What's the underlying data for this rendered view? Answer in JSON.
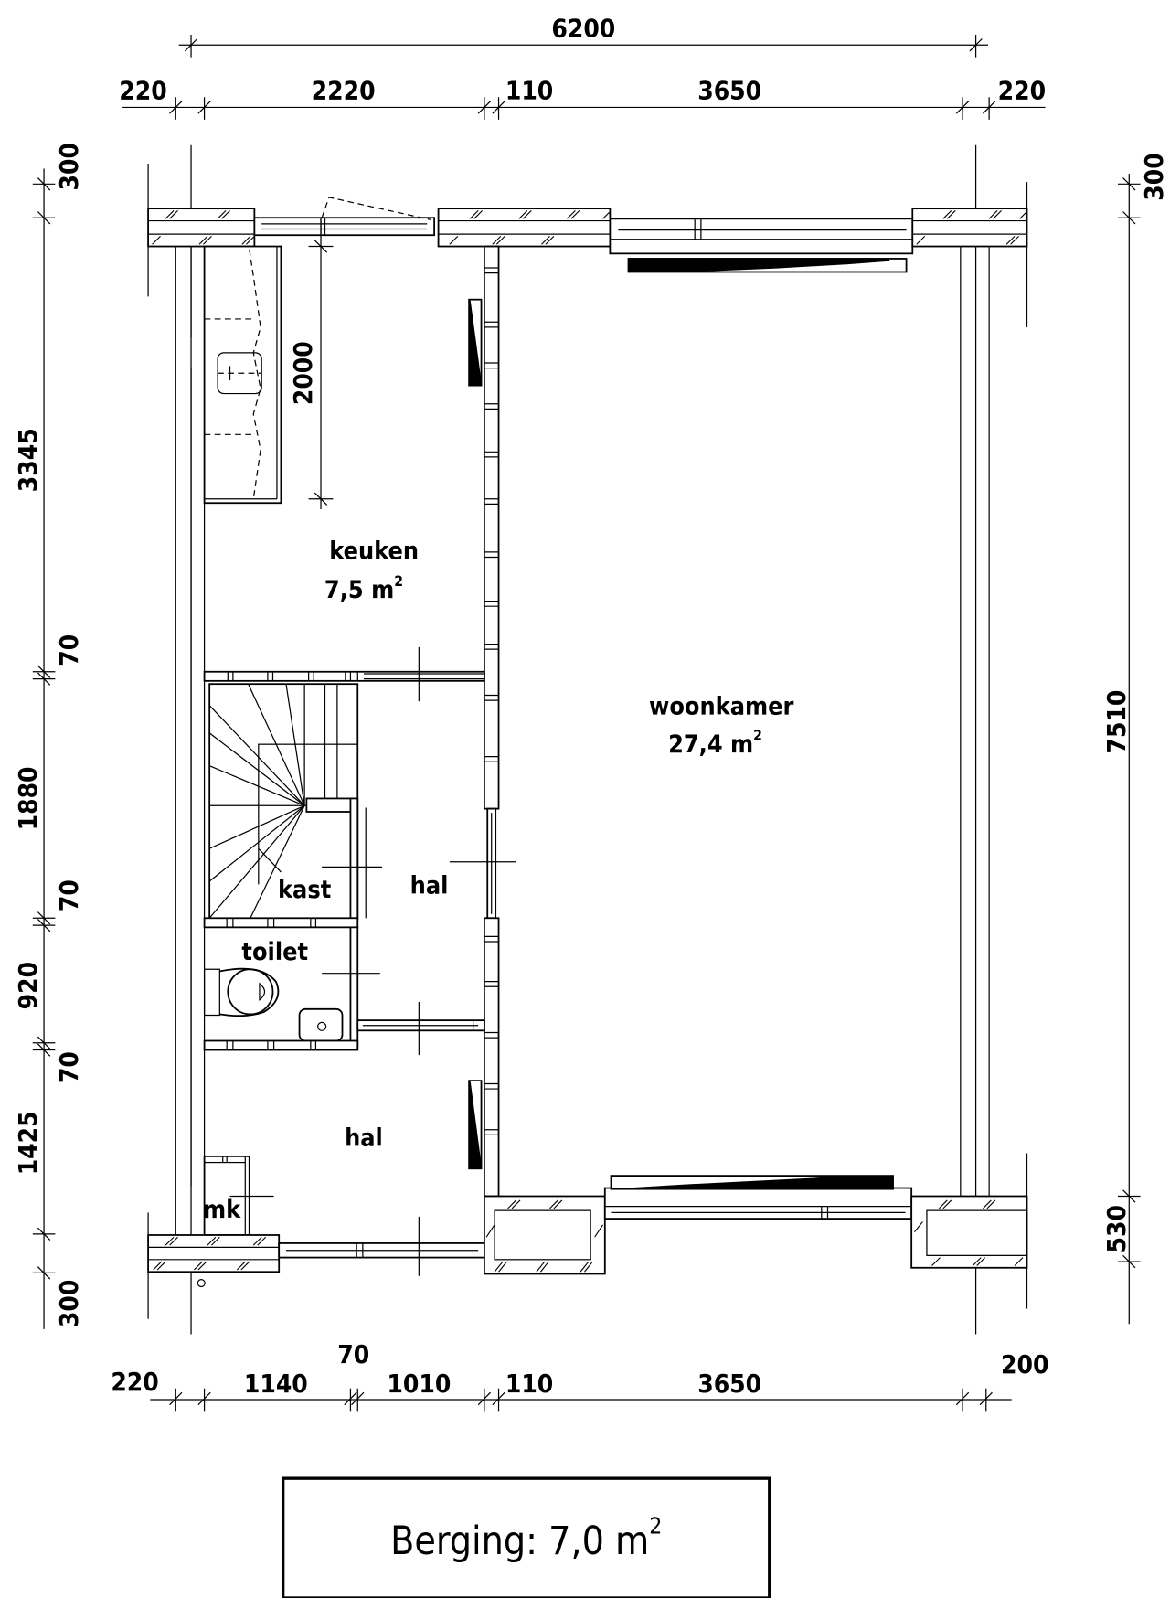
{
  "drawing": {
    "type": "floor plan",
    "units": "mm"
  },
  "rooms": [
    {
      "name": "keuken",
      "area": "7,5 m",
      "area_sup": "2"
    },
    {
      "name": "woonkamer",
      "area": "27,4 m",
      "area_sup": "2"
    },
    {
      "name": "hal",
      "area": ""
    },
    {
      "name": "kast",
      "area": ""
    },
    {
      "name": "toilet",
      "area": ""
    },
    {
      "name": "hal",
      "area": ""
    },
    {
      "name": "mk",
      "area": ""
    }
  ],
  "dimensions": {
    "top_overall": "6200",
    "top_segments": [
      "220",
      "2220",
      "110",
      "3650",
      "220"
    ],
    "bottom_segments": [
      "220",
      "1140",
      "70",
      "1010",
      "110",
      "3650",
      "200"
    ],
    "left_segments": [
      "300",
      "3345",
      "70",
      "1880",
      "70",
      "920",
      "70",
      "1425",
      "300"
    ],
    "right_segments": [
      "300",
      "7510",
      "530"
    ],
    "counter_length": "2000"
  },
  "caption": {
    "label": "Berging: 7,0 m",
    "sup": "2"
  }
}
